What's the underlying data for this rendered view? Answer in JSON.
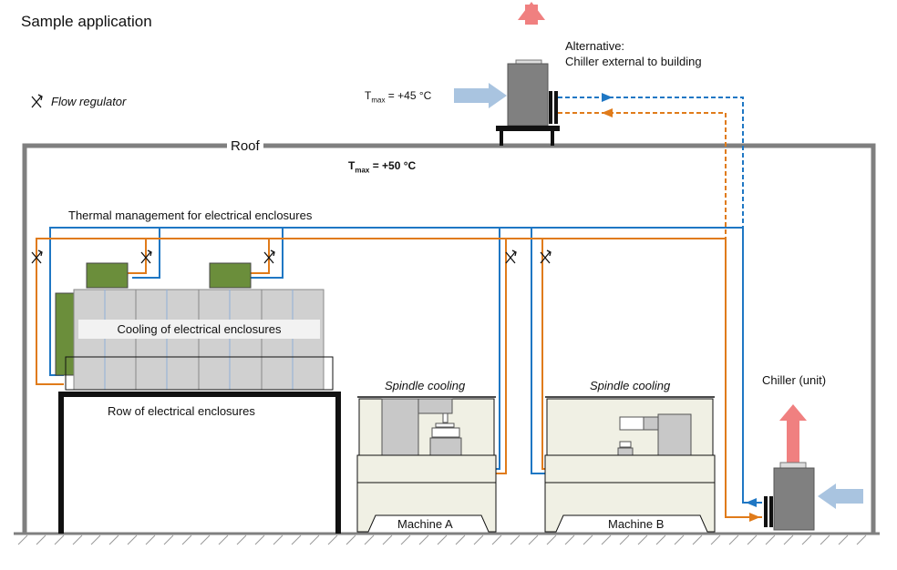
{
  "title": "Sample application",
  "legend": {
    "label": "Flow regulator",
    "icon": "flow-regulator-icon"
  },
  "external_chiller": {
    "label_line1": "Alternative:",
    "label_line2": "Chiller external to building"
  },
  "outside_temp": {
    "prefix": "T",
    "sub": "max",
    "value": " = +45 °C"
  },
  "inside_temp": {
    "prefix": "T",
    "sub": "max",
    "value": " = +50 °C"
  },
  "roof_label": "Roof",
  "thermal_label": "Thermal management for electrical enclosures",
  "cooling_label": "Cooling of electrical enclosures",
  "row_label": "Row of electrical enclosures",
  "machine_a": {
    "spindle": "Spindle cooling",
    "label": "Machine A"
  },
  "machine_b": {
    "spindle": "Spindle cooling",
    "label": "Machine B"
  },
  "chiller_unit_label": "Chiller (unit)",
  "colors": {
    "supply": "#1f77c4",
    "return": "#e07b1a",
    "wall": "#7f7f7f",
    "exhaust": "#f08080",
    "intake": "#a9c4e0",
    "green": "#6b8e3b",
    "enclosure": "#d0d0d0",
    "machine": "#f0f0e4"
  }
}
